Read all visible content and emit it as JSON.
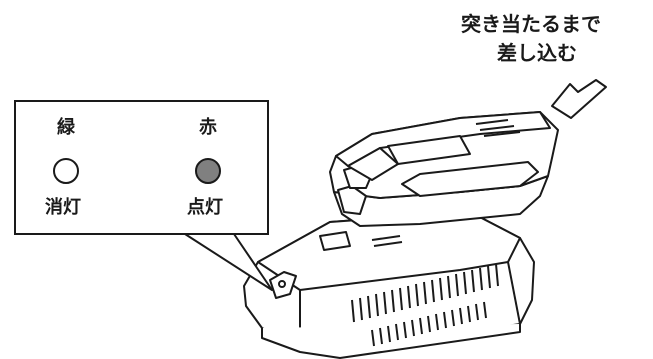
{
  "instruction": {
    "line1": "突き当たるまで",
    "line2": "差し込む"
  },
  "indicator_panel": {
    "green": {
      "color_label": "緑",
      "state_label": "消灯",
      "lamp_fill": "#ffffff"
    },
    "red": {
      "color_label": "赤",
      "state_label": "点灯",
      "lamp_fill": "#808080"
    }
  },
  "colors": {
    "line": "#1a1a1a",
    "lamp_on": "#808080",
    "lamp_off": "#ffffff"
  }
}
